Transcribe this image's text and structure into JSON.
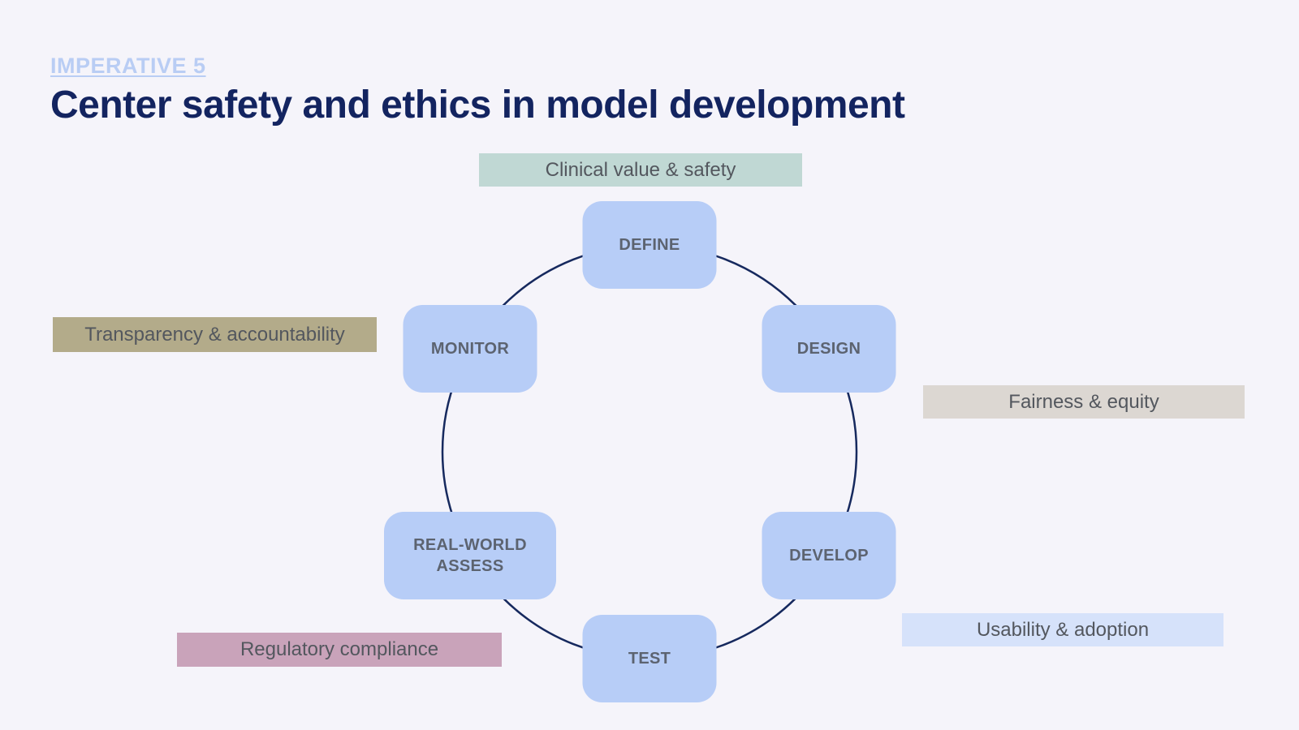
{
  "page": {
    "background_color": "#f5f4fa",
    "eyebrow": {
      "label": "IMPERATIVE 5",
      "color": "#b9cdf4"
    },
    "title": {
      "text": "Center safety and ethics in model development",
      "color": "#132460"
    }
  },
  "cycle": {
    "circle_color": "#16295e",
    "node_bg_color": "#b7cdf7",
    "node_text_color": "#5c6370",
    "nodes": [
      {
        "id": "define",
        "label": "DEFINE"
      },
      {
        "id": "design",
        "label": "DESIGN"
      },
      {
        "id": "develop",
        "label": "DEVELOP"
      },
      {
        "id": "test",
        "label": "TEST"
      },
      {
        "id": "real-world-assess",
        "label": "REAL-WORLD ASSESS"
      },
      {
        "id": "monitor",
        "label": "MONITOR"
      }
    ]
  },
  "category_labels": {
    "text_color": "#53575e",
    "items": [
      {
        "id": "clinical-value-safety",
        "text": "Clinical value & safety",
        "bg_color": "#c0d8d4"
      },
      {
        "id": "transparency-accountability",
        "text": "Transparency & accountability",
        "bg_color": "#b3ab8a"
      },
      {
        "id": "fairness-equity",
        "text": "Fairness & equity",
        "bg_color": "#dcd7d2"
      },
      {
        "id": "usability-adoption",
        "text": "Usability & adoption",
        "bg_color": "#d6e2fa"
      },
      {
        "id": "regulatory-compliance",
        "text": "Regulatory compliance",
        "bg_color": "#c9a3ba"
      }
    ]
  }
}
